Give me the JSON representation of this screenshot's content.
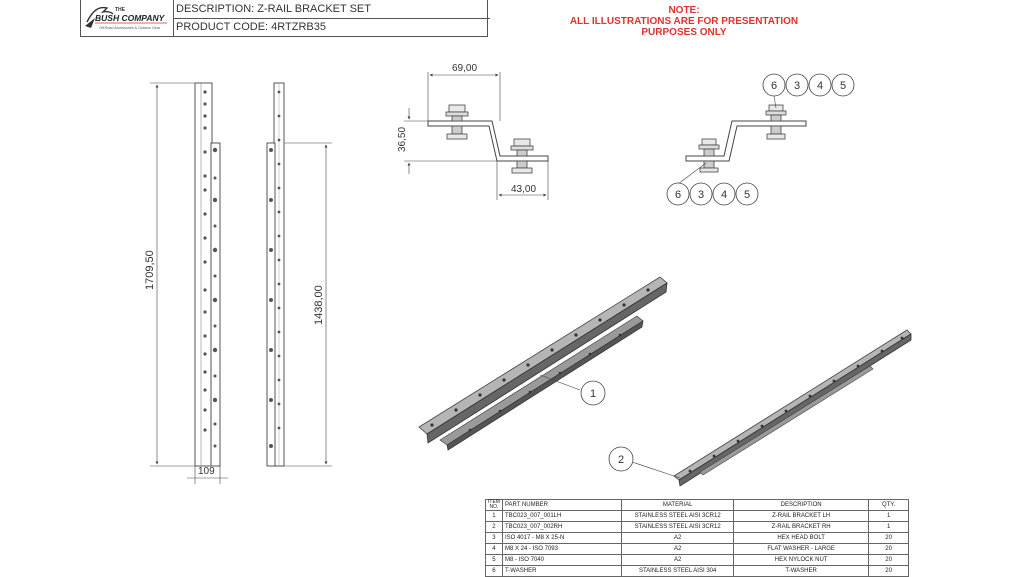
{
  "title_block": {
    "logo_brand_small": "THE",
    "logo_brand_name": "BUSH COMPANY",
    "logo_tagline": "Off-Road Accessories & Outdoor Gear",
    "description": "DESCRIPTION: Z-RAIL BRACKET SET",
    "product_code": "PRODUCT CODE: 4RTZRB35"
  },
  "note": {
    "heading": "NOTE:",
    "text": "ALL ILLUSTRATIONS ARE FOR PRESENTATION PURPOSES ONLY"
  },
  "dimensions": {
    "overall_length": "1709,50",
    "inner_length": "1438,00",
    "width": "109",
    "z_width": "69,00",
    "z_height": "36,50",
    "z_flange": "43,00"
  },
  "callouts": {
    "stack_top": [
      "6",
      "3",
      "4",
      "5"
    ],
    "stack_bottom": [
      "6",
      "3",
      "4",
      "5"
    ],
    "part_1": "1",
    "part_2": "2"
  },
  "colors": {
    "note_red": "#e03131",
    "line": "#444444",
    "rail_dark": "#555555",
    "rail_light": "#9a9a9a"
  },
  "parts_table": {
    "headers": [
      "ITEM NO.",
      "PART NUMBER",
      "MATERIAL",
      "DESCRIPTION",
      "QTY."
    ],
    "rows": [
      [
        "1",
        "TBC023_007_001LH",
        "STAINLESS STEEL AISI 3CR12",
        "Z-RAIL BRACKET LH",
        "1"
      ],
      [
        "2",
        "TBC023_007_002RH",
        "STAINLESS STEEL AISI 3CR12",
        "Z-RAIL BRACKET RH",
        "1"
      ],
      [
        "3",
        "ISO 4017 - M8 X 25-N",
        "A2",
        "HEX HEAD BOLT",
        "20"
      ],
      [
        "4",
        "M8 X 24 - ISO 7093",
        "A2",
        "FLAT WASHER - LARGE",
        "20"
      ],
      [
        "5",
        "M8 - ISO 7040",
        "A2",
        "HEX NYLOCK NUT",
        "20"
      ],
      [
        "6",
        "T-WASHER",
        "STAINLESS STEEL AISI 304",
        "T-WASHER",
        "20"
      ]
    ]
  }
}
